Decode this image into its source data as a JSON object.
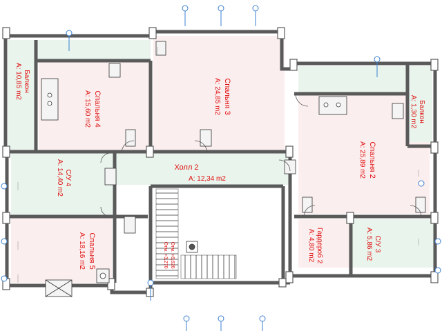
{
  "colors": {
    "wall": "#5a5a5a",
    "wall_light": "#bfbfbf",
    "room_pink": "#fbeeee",
    "room_green": "#e8f4ec",
    "axis": "#3a7fd0",
    "label": "#e01010"
  },
  "rooms": [
    {
      "id": "spalnya3",
      "name": "Спальня 3",
      "area": "A: 24,85 m2"
    },
    {
      "id": "spalnya4",
      "name": "Спальня 4",
      "area": "A: 15,60 m2"
    },
    {
      "id": "balkon_left",
      "name": "Балкон",
      "area": "A: 10,85 m2"
    },
    {
      "id": "su4",
      "name": "С/У 4",
      "area": "A: 14,40 m2"
    },
    {
      "id": "holl2",
      "name": "Холл 2",
      "area": "A: 12,34 m2"
    },
    {
      "id": "spalnya5",
      "name": "Спальня 5",
      "area": "A: 18,16 m2"
    },
    {
      "id": "spalnya2",
      "name": "Спальня 2",
      "area": "A: 25,89 m2"
    },
    {
      "id": "balkon_right",
      "name": "Балкон",
      "area": "A: 1,30 m2"
    },
    {
      "id": "garderob2",
      "name": "Гардероб 2",
      "area": "A: 4,80 m2"
    },
    {
      "id": "su3",
      "name": "С/У 3",
      "area": "A: 5,86 m2"
    }
  ],
  "stair_labels": [
    "Отм. +6,620",
    "Отм. +3,270"
  ]
}
